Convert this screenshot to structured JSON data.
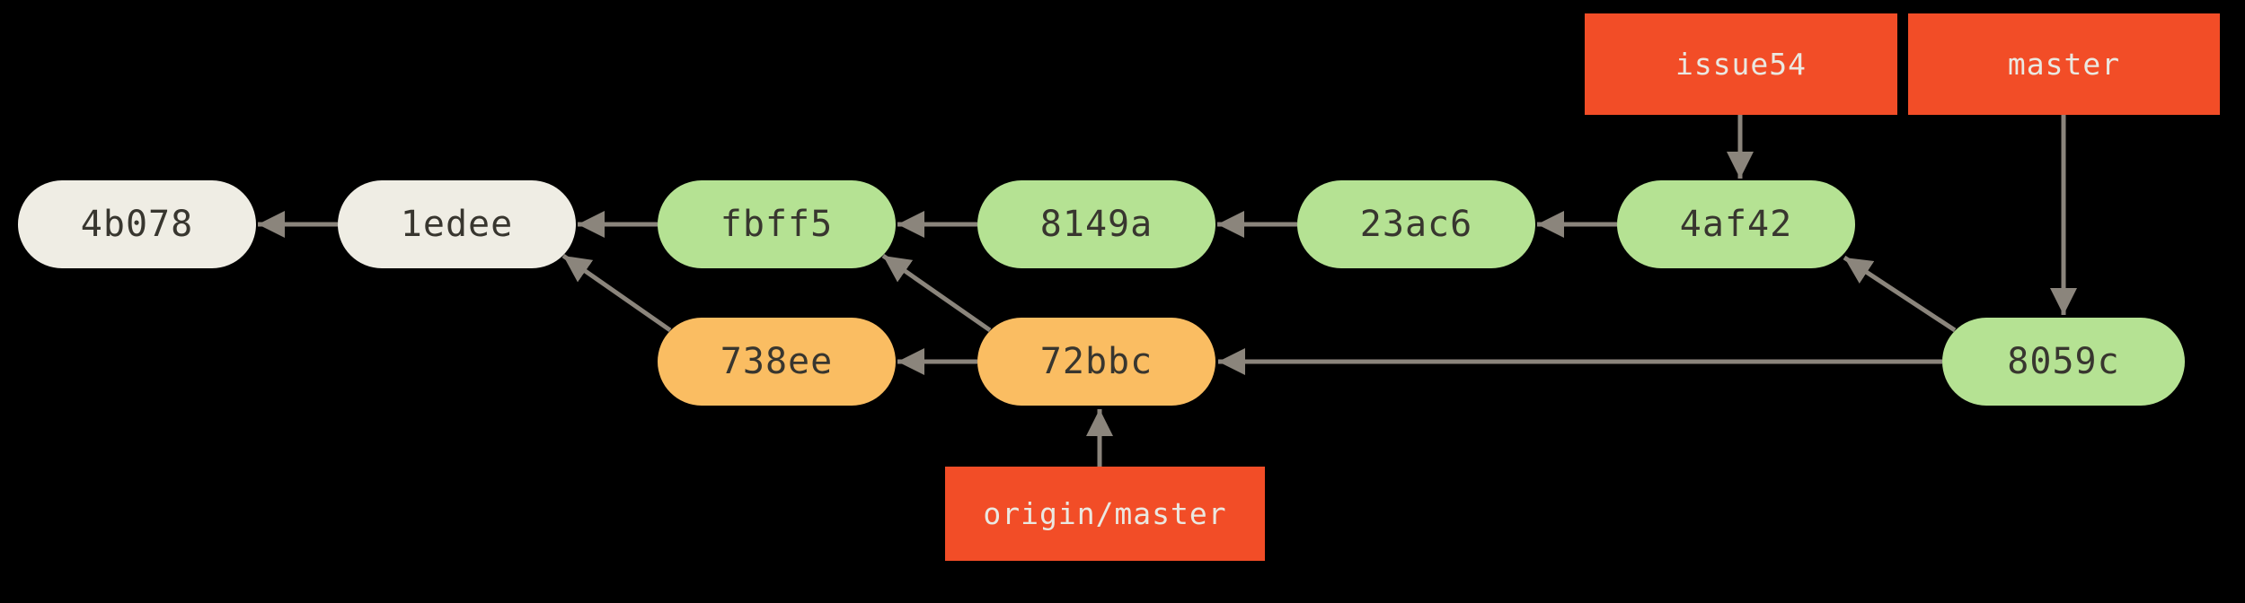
{
  "diagram": {
    "background": "#000000",
    "arrow_color": "#8B857C",
    "node_text_color": "#38362F",
    "branch_text_color": "#EAE8E1",
    "colors": {
      "base": "#EFEDE4",
      "topic": "#B5E293",
      "remote": "#FABD62",
      "branch_box": "#F24D27"
    }
  },
  "nodes": [
    {
      "id": "4b078",
      "label": "4b078",
      "kind": "base-commit"
    },
    {
      "id": "1edee",
      "label": "1edee",
      "kind": "base-commit"
    },
    {
      "id": "fbff5",
      "label": "fbff5",
      "kind": "green-commit"
    },
    {
      "id": "8149a",
      "label": "8149a",
      "kind": "green-commit"
    },
    {
      "id": "23ac6",
      "label": "23ac6",
      "kind": "green-commit"
    },
    {
      "id": "4af42",
      "label": "4af42",
      "kind": "green-commit"
    },
    {
      "id": "738ee",
      "label": "738ee",
      "kind": "orange-commit"
    },
    {
      "id": "72bbc",
      "label": "72bbc",
      "kind": "orange-commit"
    },
    {
      "id": "8059c",
      "label": "8059c",
      "kind": "green-merge-commit"
    }
  ],
  "branches": [
    {
      "label": "issue54",
      "points_to": "4af42"
    },
    {
      "label": "master",
      "points_to": "8059c"
    },
    {
      "label": "origin/master",
      "points_to": "72bbc"
    }
  ],
  "edges": [
    {
      "child": "1edee",
      "parent": "4b078"
    },
    {
      "child": "fbff5",
      "parent": "1edee"
    },
    {
      "child": "8149a",
      "parent": "fbff5"
    },
    {
      "child": "23ac6",
      "parent": "8149a"
    },
    {
      "child": "4af42",
      "parent": "23ac6"
    },
    {
      "child": "738ee",
      "parent": "1edee"
    },
    {
      "child": "72bbc",
      "parent": "738ee"
    },
    {
      "child": "72bbc",
      "parent": "fbff5"
    },
    {
      "child": "8059c",
      "parent": "72bbc"
    },
    {
      "child": "8059c",
      "parent": "4af42"
    }
  ]
}
